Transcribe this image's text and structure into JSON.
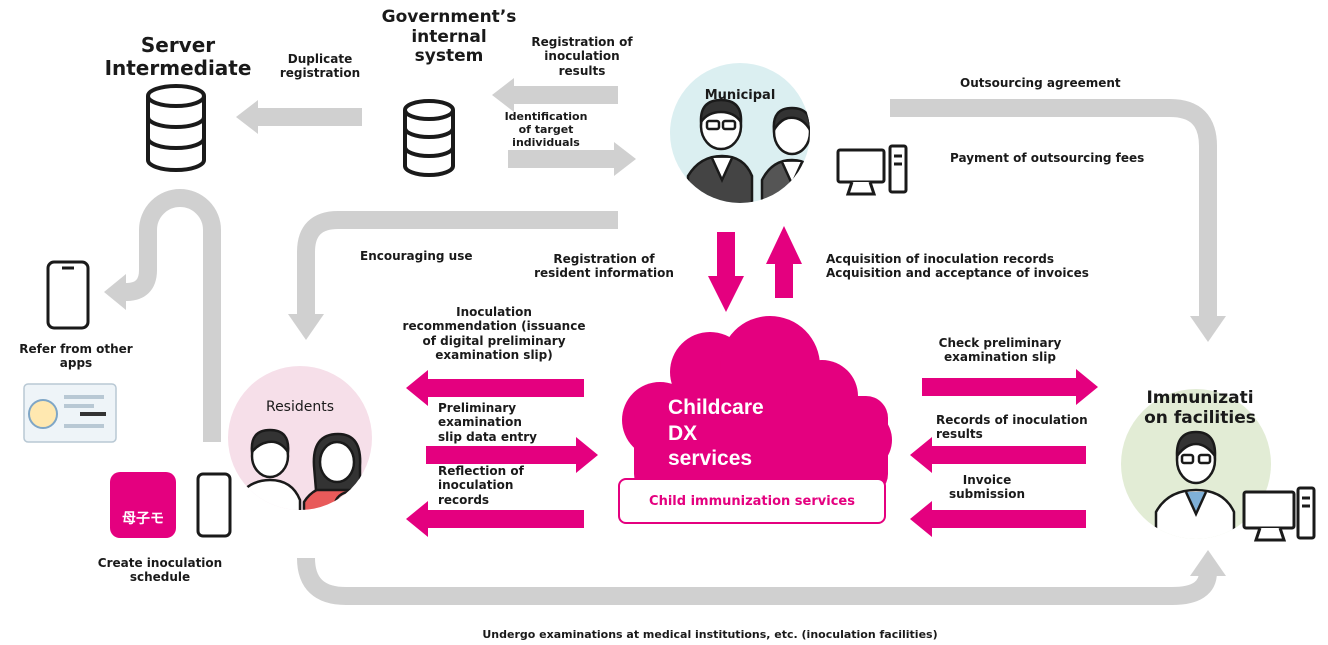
{
  "colors": {
    "accent": "#e4007f",
    "flow_gray": "#d0d0d0",
    "residents_bg": "#f6dfe9",
    "municipal_bg": "#dbeff1",
    "facilities_bg": "#e2ecd5"
  },
  "nodes": {
    "server": "Server\nIntermediate",
    "gov": "Government’s\ninternal\nsystem",
    "municipal": "Municipal",
    "residents": "Residents",
    "facilities": "Immunizati\non facilities",
    "cloud": "Childcare\nDX\nservices",
    "service_box": "Child immunization services",
    "app_icon_text": "母子モ"
  },
  "labels": {
    "duplicate_registration": "Duplicate\nregistration",
    "registration_results": "Registration of\ninoculation\nresults",
    "identification": "Identification\nof target\nindividuals",
    "outsourcing_agreement": "Outsourcing agreement",
    "payment_fees": "Payment of outsourcing fees",
    "encouraging_use": "Encouraging use",
    "registration_resident": "Registration of\nresident information",
    "acquisition_records": "Acquisition of inoculation records\nAcquisition and acceptance of invoices",
    "recommendation": "Inoculation\nrecommendation (issuance\nof digital preliminary\nexamination slip)",
    "data_entry": "Preliminary\nexamination\nslip data entry",
    "reflection": "Reflection of\ninoculation\nrecords",
    "check_slip": "Check preliminary\nexamination slip",
    "records_results": "Records of inoculation\nresults",
    "invoice": "Invoice\nsubmission",
    "refer_apps": "Refer from other\napps",
    "create_schedule": "Create inoculation\nschedule",
    "undergo": "Undergo examinations at medical institutions, etc. (inoculation facilities)"
  }
}
